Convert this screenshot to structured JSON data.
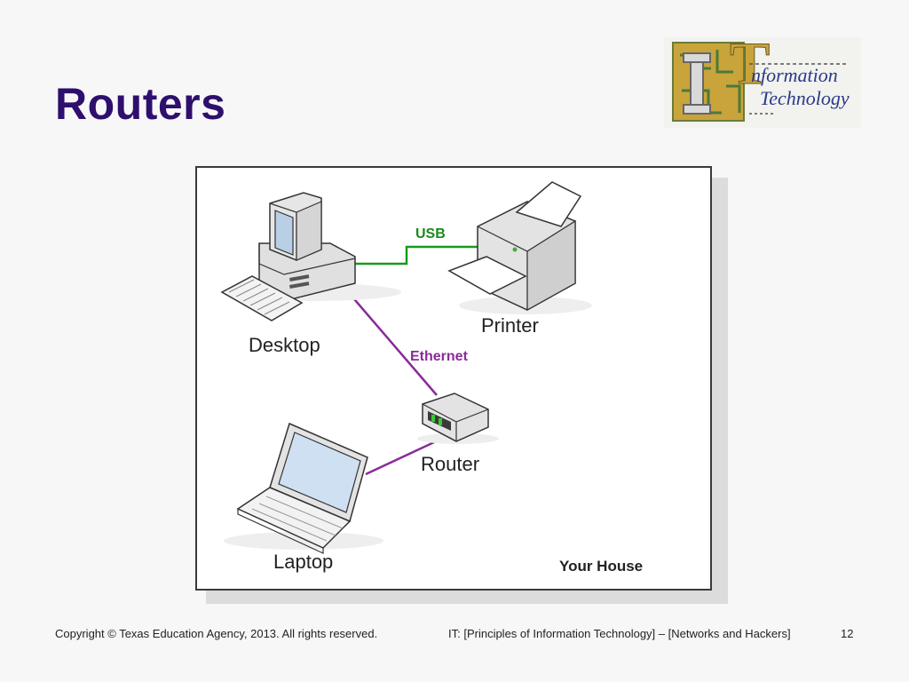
{
  "slide": {
    "title": "Routers",
    "page_number": "12"
  },
  "logo": {
    "letters": "IT",
    "line1": "nformation",
    "line2": "Technology"
  },
  "diagram": {
    "devices": {
      "desktop": "Desktop",
      "printer": "Printer",
      "router": "Router",
      "laptop": "Laptop"
    },
    "connections": {
      "usb": "USB",
      "ethernet": "Ethernet"
    },
    "area_label": "Your House",
    "colors": {
      "usb_line": "#1a9a1a",
      "ethernet_line": "#8a2a9a",
      "usb_text": "#1a8a1a",
      "ethernet_text": "#8a2a9a"
    }
  },
  "footer": {
    "copyright": "Copyright © Texas Education Agency, 2013. All rights reserved.",
    "course": "IT: [Principles of Information Technology] – [Networks and Hackers]"
  }
}
